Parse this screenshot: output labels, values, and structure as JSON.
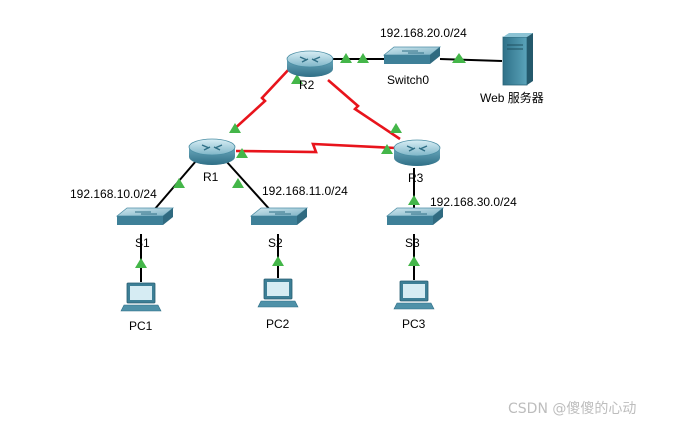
{
  "devices": {
    "r1": "R1",
    "r2": "R2",
    "r3": "R3",
    "switch0": "Switch0",
    "s1": "S1",
    "s2": "S2",
    "s3": "S3",
    "pc1": "PC1",
    "pc2": "PC2",
    "pc3": "PC3",
    "web_server": "Web 服务器"
  },
  "networks": {
    "net_20": "192.168.20.0/24",
    "net_10": "192.168.10.0/24",
    "net_11": "192.168.11.0/24",
    "net_30": "192.168.30.0/24"
  },
  "watermark": "CSDN @傻傻的心动",
  "colors": {
    "serial_link": "#e8141c",
    "ethernet_link": "#000000",
    "link_up": "#44b649",
    "router_body": "#5a9bb0",
    "switch_body": "#4f8fa6",
    "server_body": "#3f8aa3"
  }
}
